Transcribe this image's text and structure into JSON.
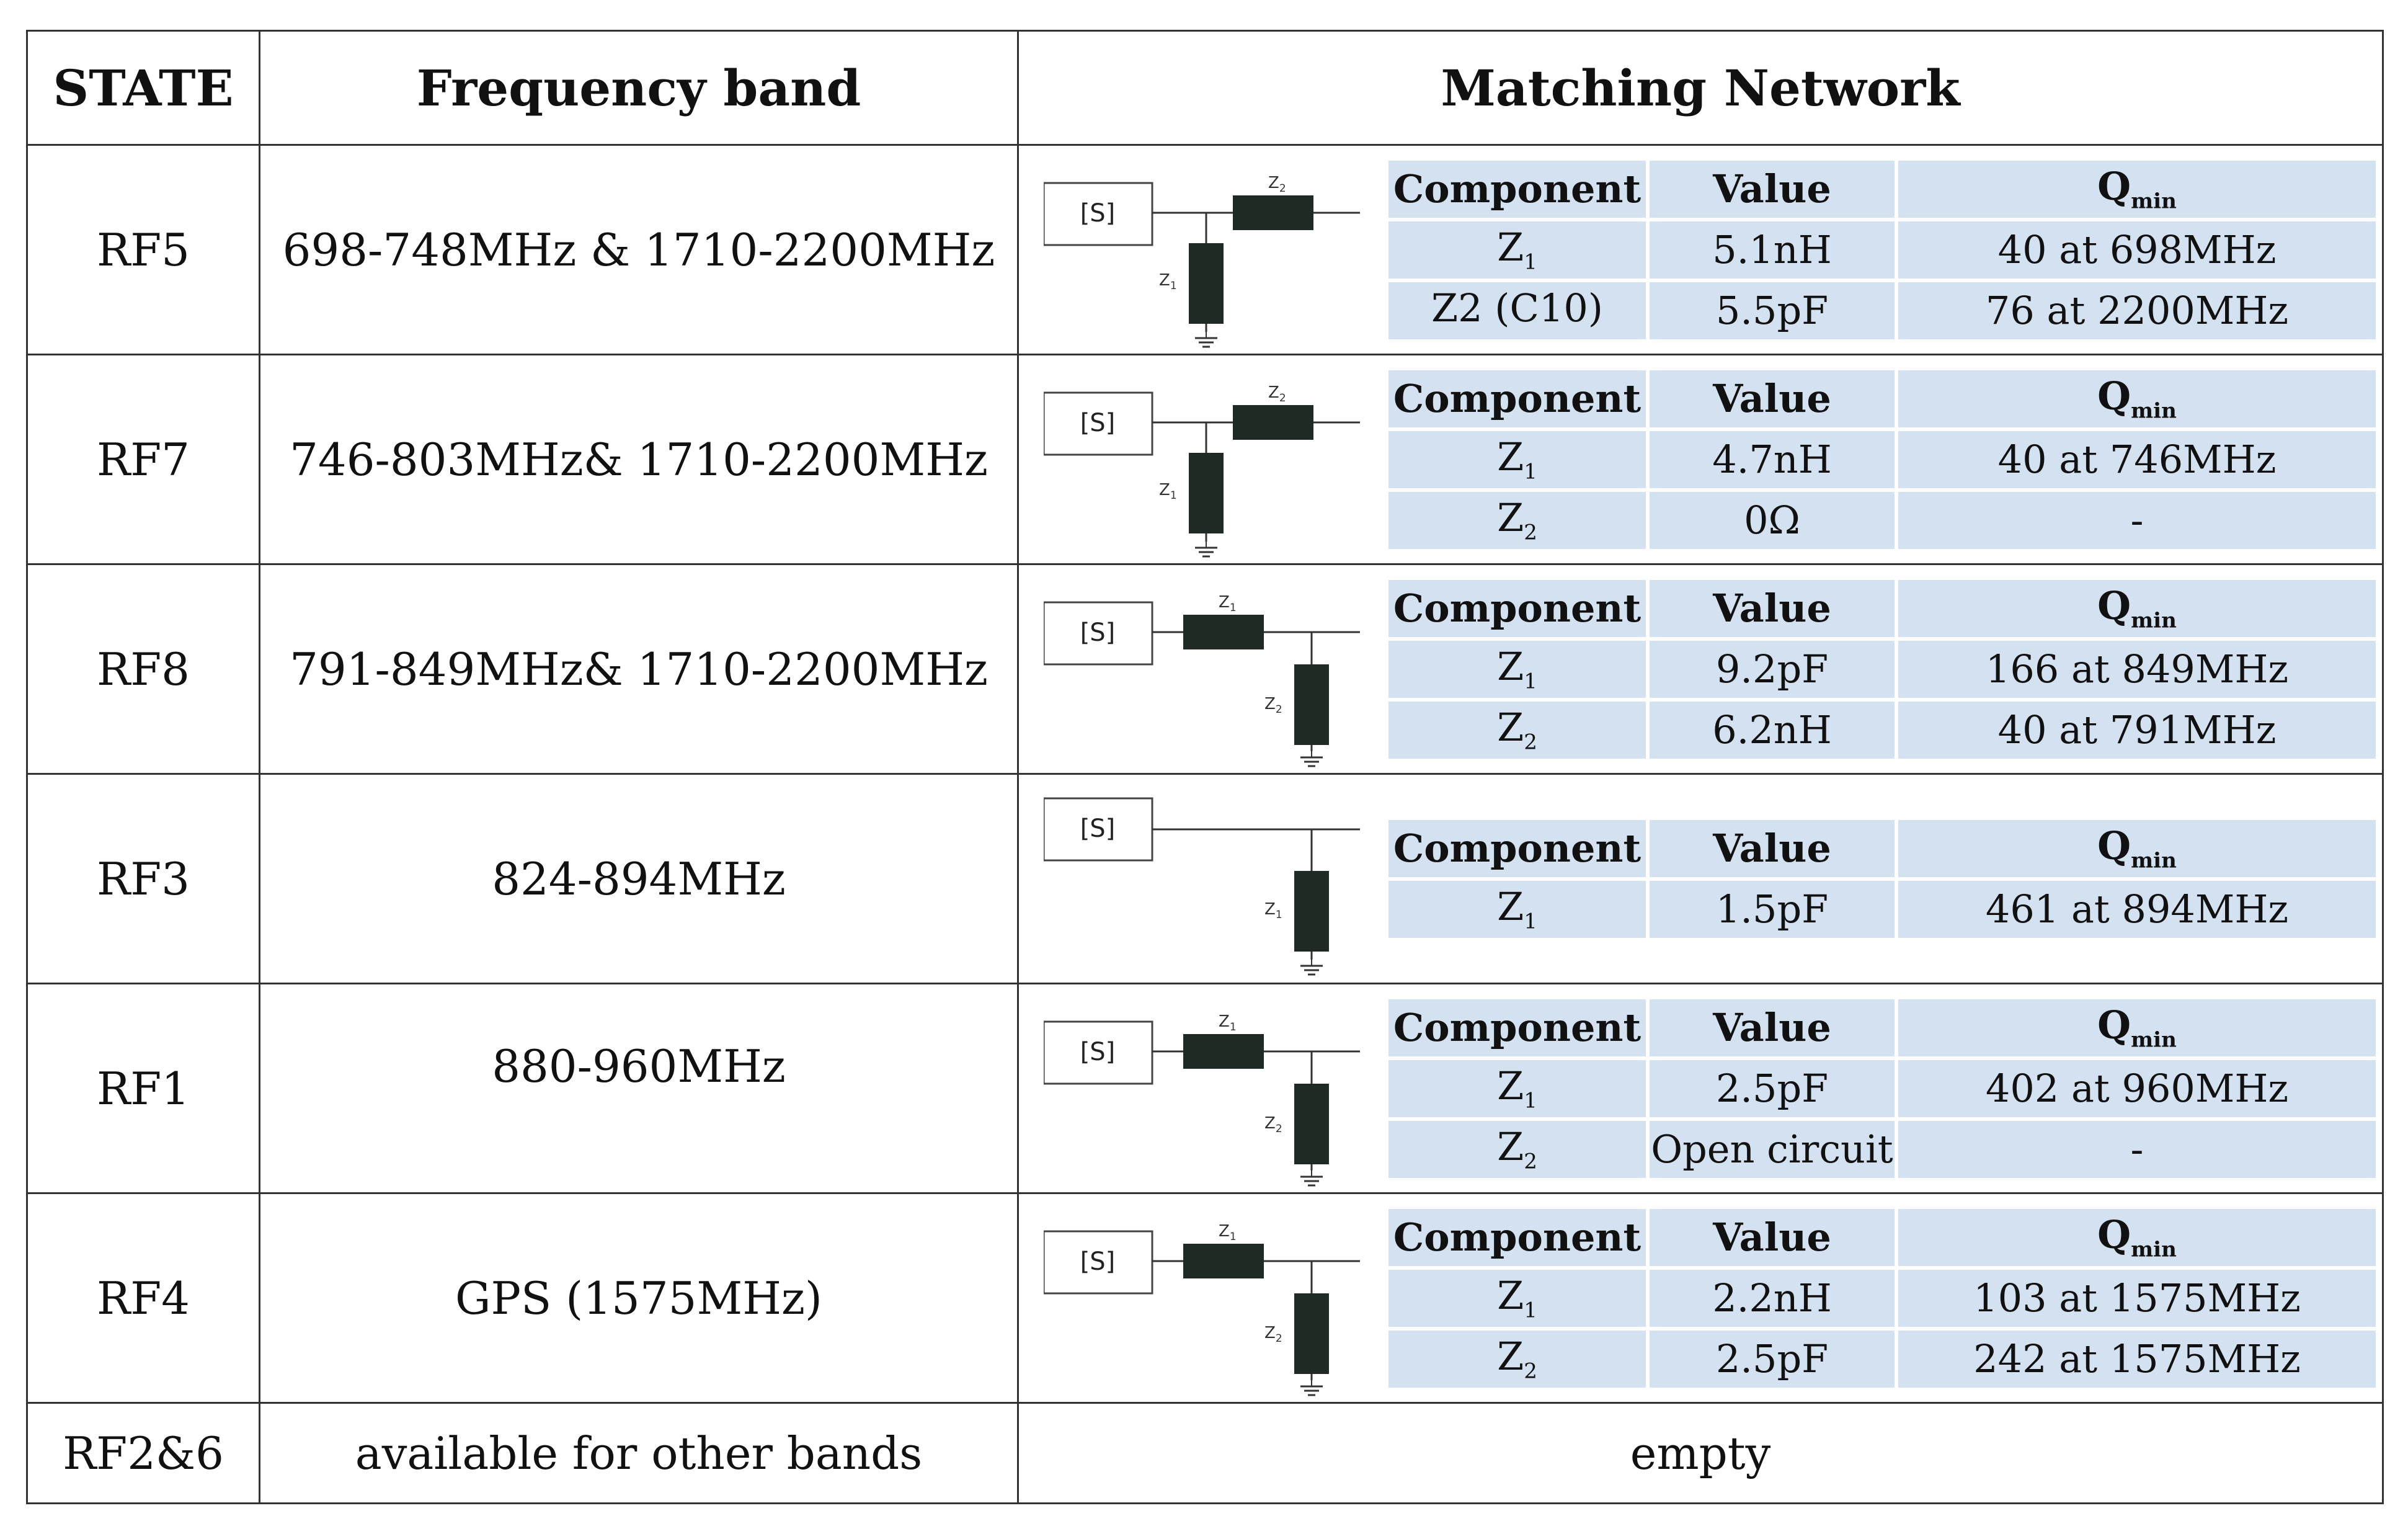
{
  "headers": {
    "state": "STATE",
    "band": "Frequency band",
    "network": "Matching Network"
  },
  "comp_header": {
    "component": "Component",
    "value": "Value",
    "qmin": "Q",
    "qmin_sub": "min"
  },
  "schematic": {
    "source": "[S]",
    "z1": "Z",
    "z2": "Z",
    "z1_sub": "1",
    "z2_sub": "2"
  },
  "rows": [
    {
      "state": "RF5",
      "band": "698-748MHz & 1710-2200MHz",
      "components": [
        {
          "name": "Z",
          "sub": "1",
          "value": "5.1nH",
          "q": "40 at 698MHz"
        },
        {
          "name": "Z2 (C10)",
          "sub": "",
          "value": "5.5pF",
          "q": "76 at 2200MHz"
        }
      ]
    },
    {
      "state": "RF7",
      "band": "746-803MHz& 1710-2200MHz",
      "components": [
        {
          "name": "Z",
          "sub": "1",
          "value": "4.7nH",
          "q": "40 at 746MHz"
        },
        {
          "name": "Z",
          "sub": "2",
          "value": "0Ω",
          "q": "-"
        }
      ]
    },
    {
      "state": "RF8",
      "band": "791-849MHz& 1710-2200MHz",
      "components": [
        {
          "name": "Z",
          "sub": "1",
          "value": "9.2pF",
          "q": "166 at 849MHz"
        },
        {
          "name": "Z",
          "sub": "2",
          "value": "6.2nH",
          "q": "40 at 791MHz"
        }
      ]
    },
    {
      "state": "RF3",
      "band": "824-894MHz",
      "components": [
        {
          "name": "Z",
          "sub": "1",
          "value": "1.5pF",
          "q": "461 at 894MHz"
        }
      ]
    },
    {
      "state": "RF1",
      "band": "880-960MHz",
      "components": [
        {
          "name": "Z",
          "sub": "1",
          "value": "2.5pF",
          "q": "402 at 960MHz"
        },
        {
          "name": "Z",
          "sub": "2",
          "value": "Open circuit",
          "q": "-"
        }
      ]
    },
    {
      "state": "RF4",
      "band": "GPS (1575MHz)",
      "components": [
        {
          "name": "Z",
          "sub": "1",
          "value": "2.2nH",
          "q": "103 at 1575MHz"
        },
        {
          "name": "Z",
          "sub": "2",
          "value": "2.5pF",
          "q": "242 at 1575MHz"
        }
      ]
    },
    {
      "state": "RF2&6",
      "band": "available for other bands",
      "network_text": "empty"
    }
  ]
}
